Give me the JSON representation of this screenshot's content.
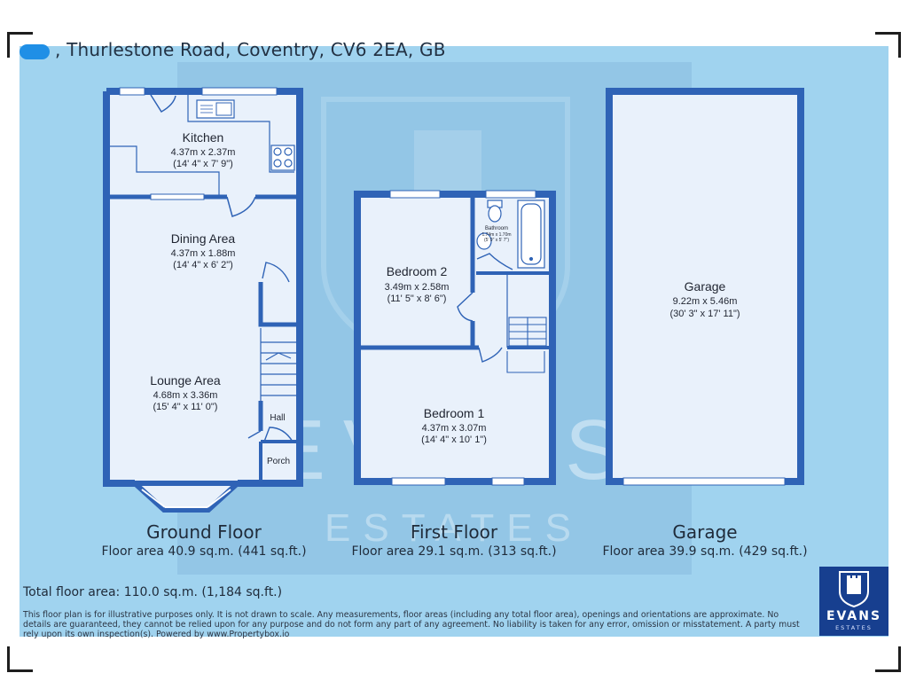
{
  "header": {
    "address": ", Thurlestone Road, Coventry, CV6 2EA, GB"
  },
  "watermark": {
    "word": "EVANS",
    "sub": "ESTATES"
  },
  "rooms": {
    "kitchen": {
      "name": "Kitchen",
      "metric": "4.37m x 2.37m",
      "imperial": "(14' 4\" x 7' 9\")"
    },
    "dining": {
      "name": "Dining Area",
      "metric": "4.37m x 1.88m",
      "imperial": "(14' 4\" x 6' 2\")"
    },
    "lounge": {
      "name": "Lounge Area",
      "metric": "4.68m x 3.36m",
      "imperial": "(15' 4\" x 11' 0\")"
    },
    "hall": {
      "name": "Hall"
    },
    "porch": {
      "name": "Porch"
    },
    "bedroom2": {
      "name": "Bedroom 2",
      "metric": "3.49m x 2.58m",
      "imperial": "(11' 5\" x 8' 6\")"
    },
    "bathroom": {
      "name": "Bathroom",
      "metric": "1.74m x 1.70m",
      "imperial": "(5' 9\" x 5' 7\")"
    },
    "bedroom1": {
      "name": "Bedroom 1",
      "metric": "4.37m x 3.07m",
      "imperial": "(14' 4\" x 10' 1\")"
    },
    "garage": {
      "name": "Garage",
      "metric": "9.22m x 5.46m",
      "imperial": "(30' 3\" x 17' 11\")"
    }
  },
  "floors": [
    {
      "title": "Ground Floor",
      "area": "Floor area 40.9 sq.m. (441 sq.ft.)"
    },
    {
      "title": "First Floor",
      "area": "Floor area 29.1 sq.m. (313 sq.ft.)"
    },
    {
      "title": "Garage",
      "area": "Floor area 39.9 sq.m. (429 sq.ft.)"
    }
  ],
  "footer": {
    "total": "Total floor area: 110.0 sq.m. (1,184 sq.ft.)",
    "disclaimer": "This floor plan is for illustrative purposes only. It is not drawn to scale. Any measurements, floor areas (including any total floor area), openings and orientations are approximate. No details are guaranteed, they cannot be relied upon for any purpose and do not form any part of any agreement. No liability is taken for any error, omission or misstatement. A party must rely upon its own inspection(s). Powered by www.Propertybox.io"
  },
  "logo": {
    "word": "EVANS",
    "sub": "ESTATES"
  },
  "colors": {
    "wall": "#2f63b6",
    "sheet": "#a0d3ef",
    "room_fill": "#e9f1fb",
    "logo_bg": "#173f8f"
  }
}
